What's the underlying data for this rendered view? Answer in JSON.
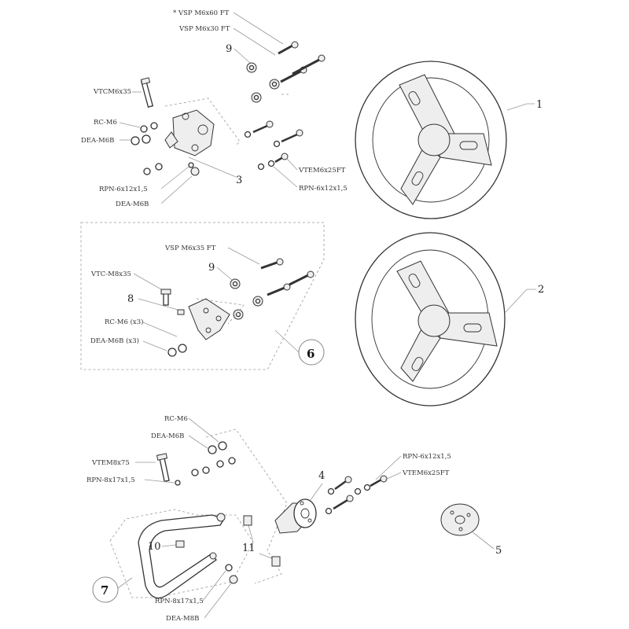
{
  "labels": {
    "vsp_m6x60": "* VSP M6x60 FT",
    "vsp_m6x30": "VSP M6x30 FT",
    "vtcm6x35": "VTCM6x35",
    "rc_m6_top": "RC-M6",
    "dea_m6b_top": "DEA-M6B",
    "rpn_6x12_top_left": "RPN-6x12x1,5",
    "dea_m6b_top2": "DEA-M6B",
    "vtem6x25ft_top": "VTEM6x25FT",
    "rpn_6x12_top_right": "RPN-6x12x1,5",
    "vsp_m6x35": "VSP M6x35 FT",
    "vtc_m8x35": "VTC-M8x35",
    "rc_m6_x3": "RC-M6 (x3)",
    "dea_m6b_x3": "DEA-M6B (x3)",
    "rc_m6_bottom": "RC-M6",
    "dea_m6b_bottom": "DEA-M6B",
    "vtem8x75": "VTEM8x75",
    "rpn_8x17_top": "RPN-8x17x1,5",
    "rpn_6x12_bottom": "RPN-6x12x1,5",
    "vtem6x25ft_bottom": "VTEM6x25FT",
    "rpn_8x17_bottom": "RPN-8x17x1,5",
    "dea_m8b": "DEA-M8B"
  },
  "callouts": {
    "n1": "1",
    "n2": "2",
    "n3": "3",
    "n4": "4",
    "n5": "5",
    "n6": "6",
    "n7": "7",
    "n8": "8",
    "n9a": "9",
    "n9b": "9",
    "n10": "10",
    "n11": "11"
  }
}
